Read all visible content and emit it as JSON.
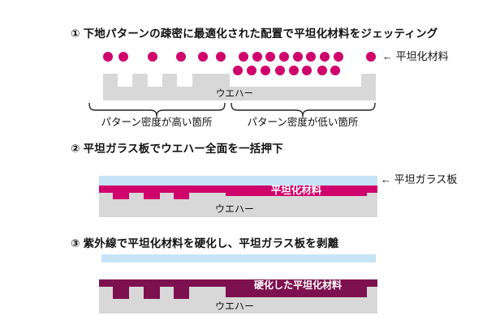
{
  "colors": {
    "material": "#d0026c",
    "cured_material": "#7d104f",
    "glass": "#c7e4f6",
    "wafer": "#d8d8d8",
    "text": "#111111"
  },
  "step1": {
    "heading": "① 下地パターンの疎密に最適化された配置で平坦化材料をジェッティング",
    "droplet_label": "← 平坦化材料",
    "wafer_label": "ウエハー",
    "high_density_label": "パターン密度が高い箇所",
    "low_density_label": "パターン密度が低い箇所",
    "droplet_radius": 6,
    "droplet_rows": [
      {
        "y": 70,
        "xs": [
          133,
          152,
          188,
          223,
          250,
          272,
          300,
          317,
          333,
          350,
          367,
          383,
          400,
          417,
          457
        ]
      },
      {
        "y": 87,
        "xs": [
          293,
          310,
          327,
          345,
          362,
          378,
          397,
          413
        ]
      }
    ]
  },
  "step2": {
    "heading": "② 平坦ガラス板でウエハー全面を一括押下",
    "glass_label": "← 平坦ガラス板",
    "material_label": "平坦化材料",
    "wafer_label": "ウエハー"
  },
  "step3": {
    "heading": "③ 紫外線で平坦化材料を硬化し、平坦ガラス板を剥離",
    "material_label": "硬化した平坦化材料",
    "wafer_label": "ウエハー"
  }
}
